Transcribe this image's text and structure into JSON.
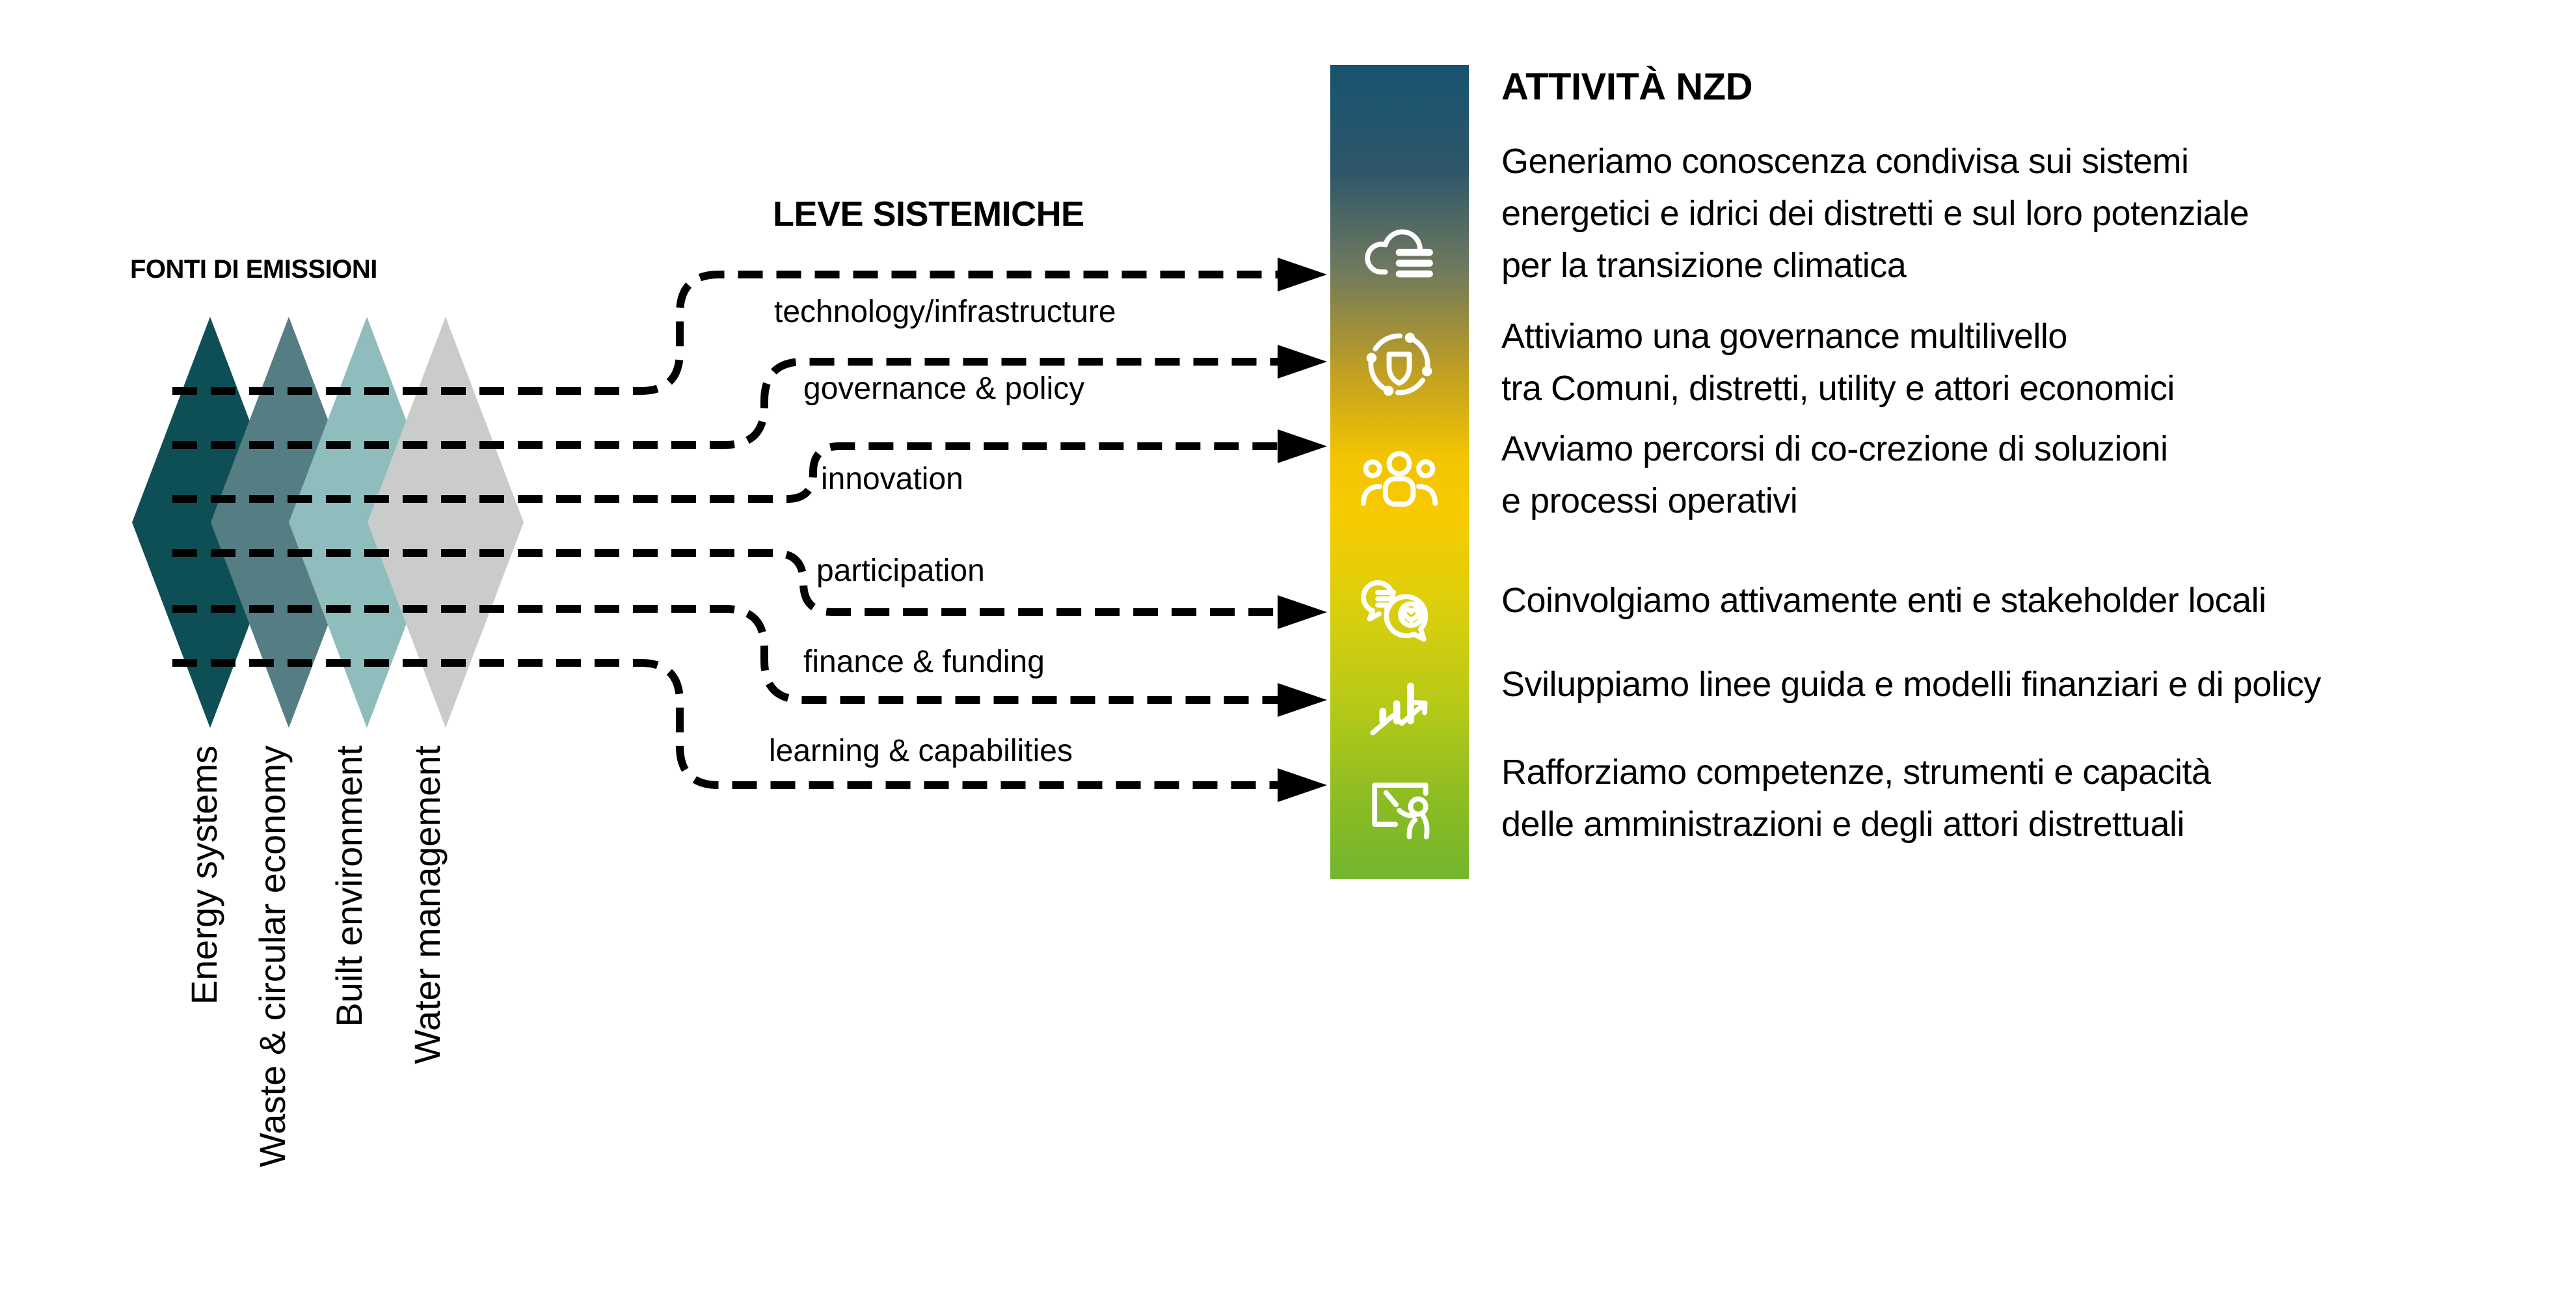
{
  "emissions": {
    "heading": "FONTI DI EMISSIONI",
    "sources": [
      {
        "label": "Energy systems",
        "color": "#0d4f54"
      },
      {
        "label": "Waste & circular economy",
        "color": "#557d84"
      },
      {
        "label": "Built environment",
        "color": "#8fbcbc"
      },
      {
        "label": "Water management",
        "color": "#c9cccb"
      }
    ]
  },
  "levers": {
    "heading": "LEVE SISTEMICHE",
    "items": [
      "technology/infrastructure",
      "governance & policy",
      "innovation",
      "participation",
      "finance & funding",
      "learning & capabilities"
    ]
  },
  "activities": {
    "heading": "ATTIVITÀ NZD",
    "arrow_color": "#000000",
    "bar_gradient": [
      "#175470",
      "#2e5669",
      "#6f795e",
      "#c2a022",
      "#f2c403",
      "#f8ca00",
      "#ddcf0c",
      "#b5c918",
      "#8abc24",
      "#72b52e"
    ],
    "items": [
      {
        "icon": "cloud-data-icon",
        "lines": [
          "Generiamo conoscenza condivisa sui sistemi",
          "energetici e idrici dei distretti e sul loro potenziale",
          "per la transizione climatica"
        ]
      },
      {
        "icon": "governance-icon",
        "lines": [
          "Attiviamo una governance multilivello",
          "tra Comuni, distretti, utility e attori economici"
        ]
      },
      {
        "icon": "co-creation-icon",
        "lines": [
          "Avviamo percorsi di co-crezione di soluzioni",
          "e processi operativi"
        ]
      },
      {
        "icon": "engagement-icon",
        "lines": [
          "Coinvolgiamo attivamente enti e stakeholder locali"
        ]
      },
      {
        "icon": "finance-icon",
        "lines": [
          "Sviluppiamo linee guida e modelli finanziari e di policy"
        ]
      },
      {
        "icon": "training-icon",
        "lines": [
          "Rafforziamo competenze, strumenti e capacità",
          "delle amministrazioni e degli attori distrettuali"
        ]
      }
    ]
  }
}
